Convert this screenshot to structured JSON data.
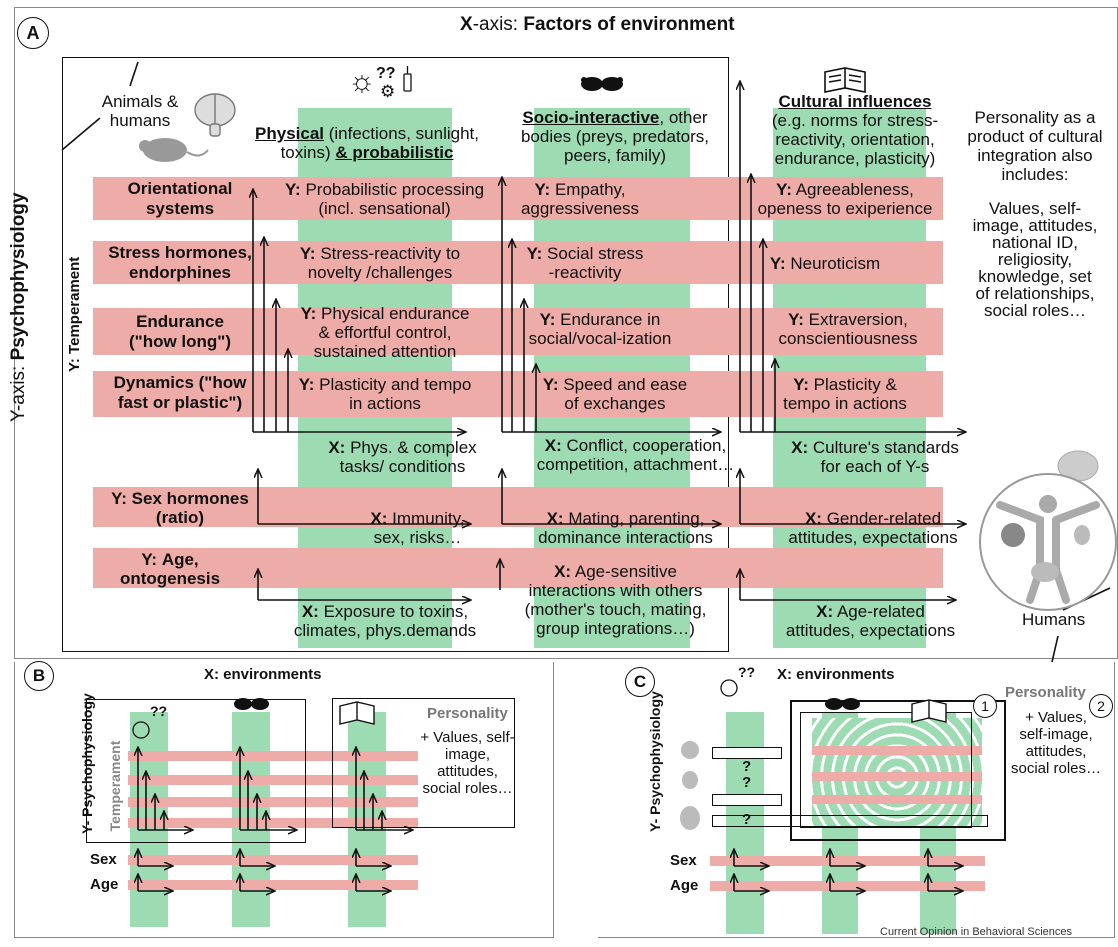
{
  "panelA": {
    "label": "A",
    "x_title_prefix": "X",
    "x_title_mid": "-axis: ",
    "x_title_bold": "Factors of environment",
    "y_title_prefix": "Y-axis: ",
    "y_title_bold": "Psychophysiology",
    "y_temperament": "Y: Temperament",
    "animals": "Animals &\nhumans",
    "humans": "Humans",
    "physical_head": "Physical",
    "physical_rest1": " (infections, sunlight,",
    "physical_rest2": "toxins) ",
    "physical_prob": "& probabilistic",
    "socio_head": "Socio-interactive",
    "socio_rest1": ", other",
    "socio_rest2": "bodies (preys, predators,",
    "socio_rest3": "peers, family)",
    "culture_head": "Cultural influences",
    "culture_rest": "(e.g. norms for stress-\nreactivity, orientation,\nendurance, plasticity)",
    "personality_note": "Personality as a\nproduct of cultural\nintegration also\nincludes:",
    "personality_list": "Values, self-\nimage, attitudes,\nnational ID,\nreligiosity,\nknowledge, set\nof relationships,\nsocial roles…",
    "rows": [
      {
        "label": "Orientational\nsystems",
        "phys": "Probabilistic processing\n(incl. sensational)",
        "soc": "Empathy,\naggressiveness",
        "cul": "Agreeableness,\nopeness to exiperience"
      },
      {
        "label": "Stress hormones,\nendorphines",
        "phys": "Stress-reactivity to\nnovelty /challenges",
        "soc": "Social stress\n-reactivity",
        "cul": "Neuroticism"
      },
      {
        "label": "Endurance\n(\"how long\")",
        "phys": "Physical endurance\n& effortful control,\nsustained attention",
        "soc": "Endurance in\nsocial/vocal-ization",
        "cul": "Extraversion,\nconscientiousness"
      },
      {
        "label": "Dynamics (\"how\nfast  or plastic\")",
        "phys": "Plasticity and tempo\nin actions",
        "soc": "Speed and ease\nof exchanges",
        "cul": "Plasticity &\ntempo in actions"
      }
    ],
    "y_prefix": "Y:",
    "x_prefix": "X:",
    "x_phys": "Phys. & complex\ntasks/ conditions",
    "x_soc": "Conflict, cooperation,\ncompetition, attachment…",
    "x_cul": "Culture's standards\nfor each of Y-s",
    "sex_label": "Sex hormones\n(ratio)",
    "sex_phys": "Immunity,\nsex, risks…",
    "sex_soc": "Mating, parenting,\ndominance interactions",
    "sex_cul": "Gender-related\nattitudes, expectations",
    "age_label": "Age,\nontogenesis",
    "age_phys": "Exposure to toxins,\nclimates, phys.demands",
    "age_soc": "Age-sensitive\ninteractions with others\n(mother's touch, mating,\ngroup integrations…)",
    "age_cul": "Age-related\nattitudes, expectations"
  },
  "panelB": {
    "label": "B",
    "x_title": "X: environments",
    "y_title": "Y- Psychophysiology",
    "temperament": "Temperament",
    "personality": "Personality",
    "personality_list": "+ Values, self-\nimage, attitudes,\nsocial roles…",
    "sex": "Sex",
    "age": "Age"
  },
  "panelC": {
    "label": "C",
    "x_title": "X: environments",
    "y_title": "Y- Psychophysiology",
    "personality": "Personality",
    "personality_list": "+ Values,\nself-image,\nattitudes,\nsocial roles…",
    "q": "?",
    "num1": "1",
    "num2": "2",
    "sex": "Sex",
    "age": "Age"
  },
  "icons": {
    "sun": "☼",
    "qq": "??",
    "gear": "⚙"
  },
  "footer": "Current Opinion in Behavioral Sciences"
}
